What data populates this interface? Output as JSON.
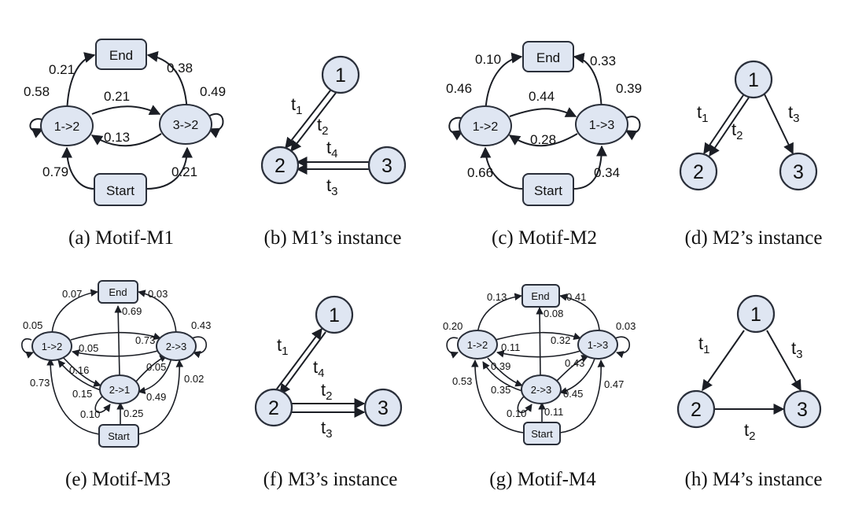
{
  "captions": {
    "a": "(a) Motif-M1",
    "b": "(b) M1’s instance",
    "c": "(c) Motif-M2",
    "d": "(d) M2’s instance",
    "e": "(e) Motif-M3",
    "f": "(f) M3’s instance",
    "g": "(g) Motif-M4",
    "h": "(h) M4’s instance"
  },
  "m1": {
    "nodes": {
      "end": "End",
      "start": "Start",
      "left": "1->2",
      "right": "3->2"
    },
    "edges": {
      "left_end": "0.21",
      "right_end": "0.38",
      "left_self": "0.58",
      "right_self": "0.49",
      "left_right": "0.21",
      "right_left": "0.13",
      "start_left": "0.79",
      "start_right": "0.21"
    }
  },
  "m1i": {
    "nodes": {
      "n1": "1",
      "n2": "2",
      "n3": "3"
    },
    "t1": "t",
    "t1s": "1",
    "t2": "t",
    "t2s": "2",
    "t4": "t",
    "t4s": "4",
    "t3": "t",
    "t3s": "3"
  },
  "m2": {
    "nodes": {
      "end": "End",
      "start": "Start",
      "left": "1->2",
      "right": "1->3"
    },
    "edges": {
      "left_end": "0.10",
      "right_end": "0.33",
      "left_self": "0.46",
      "right_self": "0.39",
      "left_right": "0.44",
      "right_left": "0.28",
      "start_left": "0.66",
      "start_right": "0.34"
    }
  },
  "m2i": {
    "nodes": {
      "n1": "1",
      "n2": "2",
      "n3": "3"
    },
    "t1": "t",
    "t1s": "1",
    "t2": "t",
    "t2s": "2",
    "t3": "t",
    "t3s": "3"
  },
  "m3": {
    "nodes": {
      "end": "End",
      "start": "Start",
      "left": "1->2",
      "right": "2->3",
      "mid": "2->1"
    },
    "edges": {
      "left_end": "0.07",
      "right_end": "0.03",
      "mid_end": "0.69",
      "left_self": "0.05",
      "right_self": "0.43",
      "left_right": "0.73",
      "right_left": "0.05",
      "left_mid": "0.16",
      "right_mid": "0.05",
      "mid_left": "0.15",
      "mid_right": "0.49",
      "start_left": "0.73",
      "start_right": "0.02",
      "mid_self": "0.10",
      "start_mid": "0.25"
    }
  },
  "m3i": {
    "nodes": {
      "n1": "1",
      "n2": "2",
      "n3": "3"
    },
    "t1": "t",
    "t1s": "1",
    "t4": "t",
    "t4s": "4",
    "t2": "t",
    "t2s": "2",
    "t3": "t",
    "t3s": "3"
  },
  "m4": {
    "nodes": {
      "end": "End",
      "start": "Start",
      "left": "1->2",
      "right": "1->3",
      "mid": "2->3"
    },
    "edges": {
      "left_end": "0.13",
      "right_end": "0.41",
      "mid_end": "0.08",
      "left_self": "0.20",
      "right_self": "0.03",
      "left_right": "0.32",
      "right_left": "0.11",
      "left_mid": "0.39",
      "right_mid": "0.43",
      "mid_left": "0.35",
      "mid_right": "0.45",
      "start_left": "0.53",
      "start_right": "0.47",
      "mid_self": "0.10",
      "start_mid": "0.11"
    }
  },
  "m4i": {
    "nodes": {
      "n1": "1",
      "n2": "2",
      "n3": "3"
    },
    "t1": "t",
    "t1s": "1",
    "t3": "t",
    "t3s": "3",
    "t2": "t",
    "t2s": "2"
  }
}
